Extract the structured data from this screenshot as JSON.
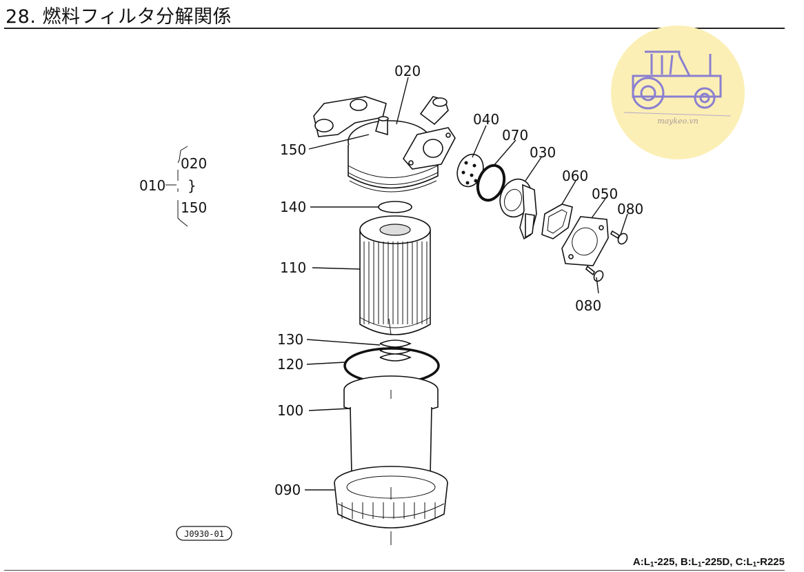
{
  "title": "28. 燃料フィルタ分解関係",
  "footer": {
    "a_prefix": "A:L",
    "a_sub": "1",
    "a_suffix": "-225,",
    "b_prefix": "B:L",
    "b_sub": "1",
    "b_suffix": "-225D,",
    "c_prefix": "C:L",
    "c_sub": "1",
    "c_suffix": "-R225"
  },
  "assembly": {
    "parent": "010",
    "from": "020",
    "tilde": "}",
    "to": "150"
  },
  "parts": {
    "p020": "020",
    "p150": "150",
    "p040": "040",
    "p070": "070",
    "p030": "030",
    "p060": "060",
    "p050": "050",
    "p080a": "080",
    "p080b": "080",
    "p140": "140",
    "p110": "110",
    "p130": "130",
    "p120": "120",
    "p100": "100",
    "p090": "090"
  },
  "figure_code": "J0930-01",
  "watermark": "maykeo.vn",
  "colors": {
    "watermark_circle": "#fbefb5",
    "watermark_icon": "#8a7fd0"
  }
}
